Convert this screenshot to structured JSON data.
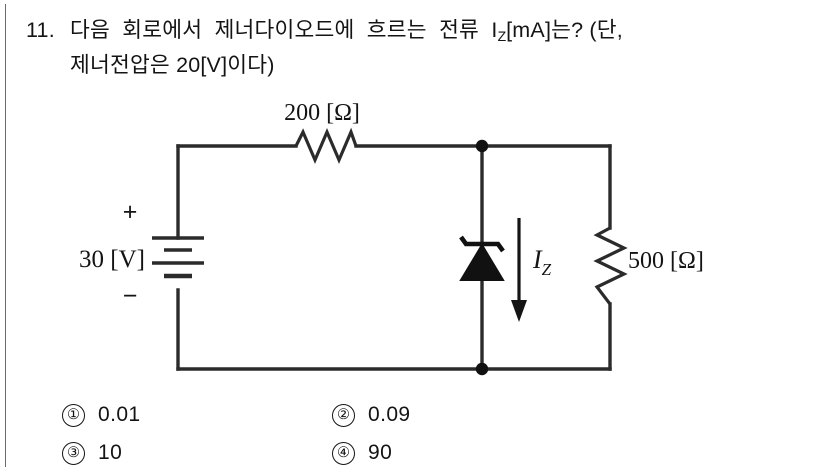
{
  "question": {
    "number": "11.",
    "line1_a": "다음  회로에서  제너다이오드에  흐르는  전류  I",
    "line1_sub": "Z",
    "line1_b": "[mA]는? (단,",
    "line2": "제너전압은 20[V]이다)"
  },
  "circuit": {
    "source_label": "30 [V]",
    "polarity_plus": "+",
    "polarity_minus": "−",
    "series_resistor_label": "200 [Ω]",
    "load_resistor_label": "500 [Ω]",
    "current_label_main": "I",
    "current_label_sub": "Z",
    "zener_name": "zener-diode",
    "line_color": "#2b2b2b",
    "text_color": "#141414"
  },
  "choices": [
    {
      "marker": "①",
      "text": "0.01"
    },
    {
      "marker": "②",
      "text": "0.09"
    },
    {
      "marker": "③",
      "text": "10"
    },
    {
      "marker": "④",
      "text": "90"
    }
  ]
}
